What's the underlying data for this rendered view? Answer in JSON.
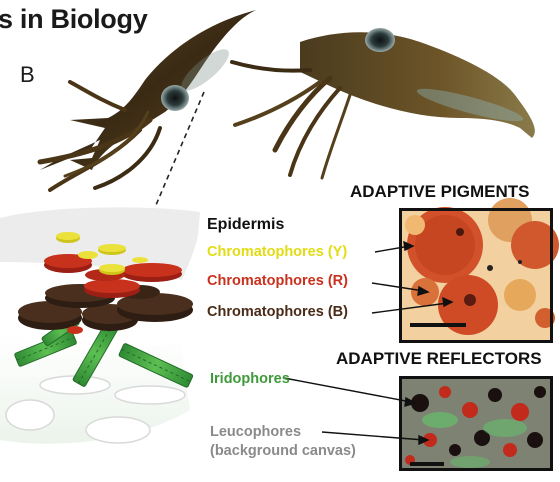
{
  "figure": {
    "title_fragment": "s in Biology",
    "panel_label": "B",
    "headers": {
      "pigments": "ADAPTIVE PIGMENTS",
      "reflectors": "ADAPTIVE REFLECTORS"
    },
    "layers": {
      "epidermis": "Epidermis",
      "chromatophores_y": "Chromatophores (Y)",
      "chromatophores_r": "Chromatophores (R)",
      "chromatophores_b": "Chromatophores (B)",
      "iridophores": "Iridophores",
      "leucophores_line1": "Leucophores",
      "leucophores_line2": "(background canvas)"
    },
    "colors": {
      "yellow": "#e2dc13",
      "red": "#c9311f",
      "brown": "#4a2b17",
      "green": "#3f9a3a",
      "gray": "#8a8a8a"
    },
    "images": {
      "squid_left": "squid-illustration",
      "squid_right": "squid-illustration",
      "pigments_photo": "micrograph-chromatophores",
      "reflectors_photo": "micrograph-reflectors"
    }
  }
}
